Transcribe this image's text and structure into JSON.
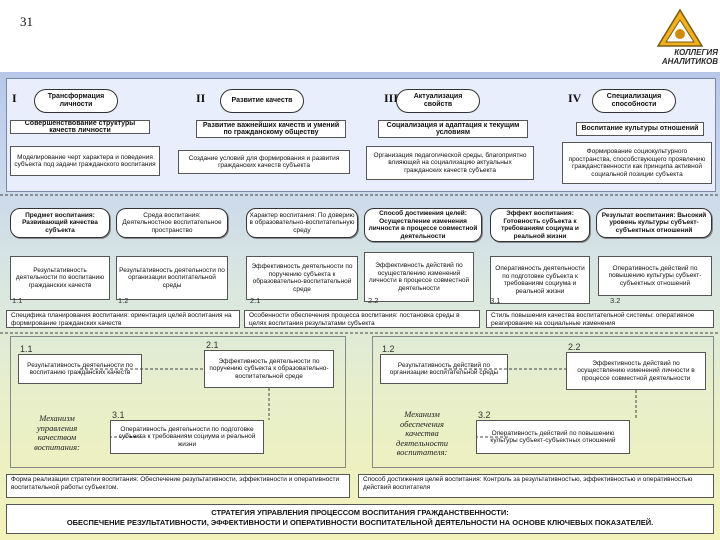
{
  "page_number": "31",
  "logo": {
    "line1": "КОЛЛЕГИЯ",
    "line2": "АНАЛИТИКОВ"
  },
  "stages": [
    {
      "roman": "I",
      "title": "Трансформация личности",
      "upper": "Совершенствование структуры качеств личности",
      "lower": "Моделирование черт характера и поведения субъекта под задачи гражданского воспитания"
    },
    {
      "roman": "II",
      "title": "Развитие качеств",
      "upper": "Развитие важнейших качеств и умений по гражданскому обществу",
      "lower": "Создание условий для формирования и развития гражданских качеств субъекта"
    },
    {
      "roman": "III",
      "title": "Актуализация свойств",
      "upper": "Социализация и адаптация к текущим условиям",
      "lower": "Организация педагогической среды, благоприятно влияющей на социализацию актуальных гражданских качеств субъекта"
    },
    {
      "roman": "IV",
      "title": "Специализация способности",
      "upper": "Воспитание культуры отношений",
      "lower": "Формирование социокультурного пространства, способствующего проявлению гражданственности как принципа активной социальной позиции субъекта"
    }
  ],
  "middle": {
    "subject": "Предмет воспитания: Развивающий качества субъекта",
    "environment": "Среда воспитания: Деятельностное воспитательное пространство",
    "character": "Характер воспитания: По доверию в образовательно-воспитательную среду",
    "goal": "Способ достижения целей: Осуществление изменения личности в процессе совместной деятельности",
    "effect": "Эффект воспитания: Готовность субъекта к требованиям социума и реальной жизни",
    "result": "Результат воспитания: Высокий уровень культуры субъект-субъектных отношений",
    "res11": "Результативность деятельности по воспитанию гражданских качеств",
    "res12": "Результативность деятельности по организации воспитательной среды",
    "eff21": "Эффективность деятельности по поручению субъекта к образовательно-воспитательной среде",
    "eff22": "Эффективность действий по осуществлению изменений личности в процессе совместной деятельности",
    "op31": "Оперативность деятельности по подготовке субъекта к требованиям социума и реальной жизни",
    "op32": "Оперативность действий по повышению культуры субъект-субъектных отношений",
    "idx": [
      "1.1",
      "1.2",
      "2.1",
      "2.2",
      "3.1",
      "3.2"
    ],
    "spec1": "Специфика планирования воспитания: ориентация целей воспитания на формирование гражданских качеств",
    "spec2": "Особенности обеспечения процесса воспитания: постановка среды в целях воспитания результатами субъекта",
    "spec3": "Стиль повышения качества воспитательной системы: оперативное реагирование на социальные изменения"
  },
  "lower": {
    "idx": [
      "1.1",
      "2.1",
      "3.1",
      "1.2",
      "2.2",
      "3.2"
    ],
    "m1": "Механизм управления качеством воспитания:",
    "m2": "Механизм обеспечения качества деятельности воспитателя:",
    "l11": "Результативность деятельности по воспитанию гражданских качеств",
    "l21": "Эффективность деятельности по поручению субъекта к образовательно-воспитательной среде",
    "l31": "Оперативность деятельности по подготовке субъекта к требованиям социума и реальной жизни",
    "l12": "Результативность действий по организации воспитательной среды",
    "l22": "Эффективность действий по осуществлению изменений личности в процессе совместной деятельности",
    "l32": "Оперативность действий по повышению культуры субъект-субъектных отношений"
  },
  "bottom": {
    "form": "Форма реализации стратегии воспитания: Обеспечение результативности, эффективности и оперативности воспитательной работы субъектом.",
    "method": "Способ достижения целей воспитания: Контроль за результативностью, эффективностью и оперативностью действий воспитателя",
    "strategy_title": "СТРАТЕГИЯ УПРАВЛЕНИЯ ПРОЦЕССОМ ВОСПИТАНИЯ ГРАЖДАНСТВЕННОСТИ:",
    "strategy_text": "ОБЕСПЕЧЕНИЕ РЕЗУЛЬТАТИВНОСТИ, ЭФФЕКТИВНОСТИ И ОПЕРАТИВНОСТИ ВОСПИТАТЕЛЬНОЙ ДЕЯТЕЛЬНОСТИ НА ОСНОВЕ КЛЮЧЕВЫХ ПОКАЗАТЕЛЕЙ."
  }
}
